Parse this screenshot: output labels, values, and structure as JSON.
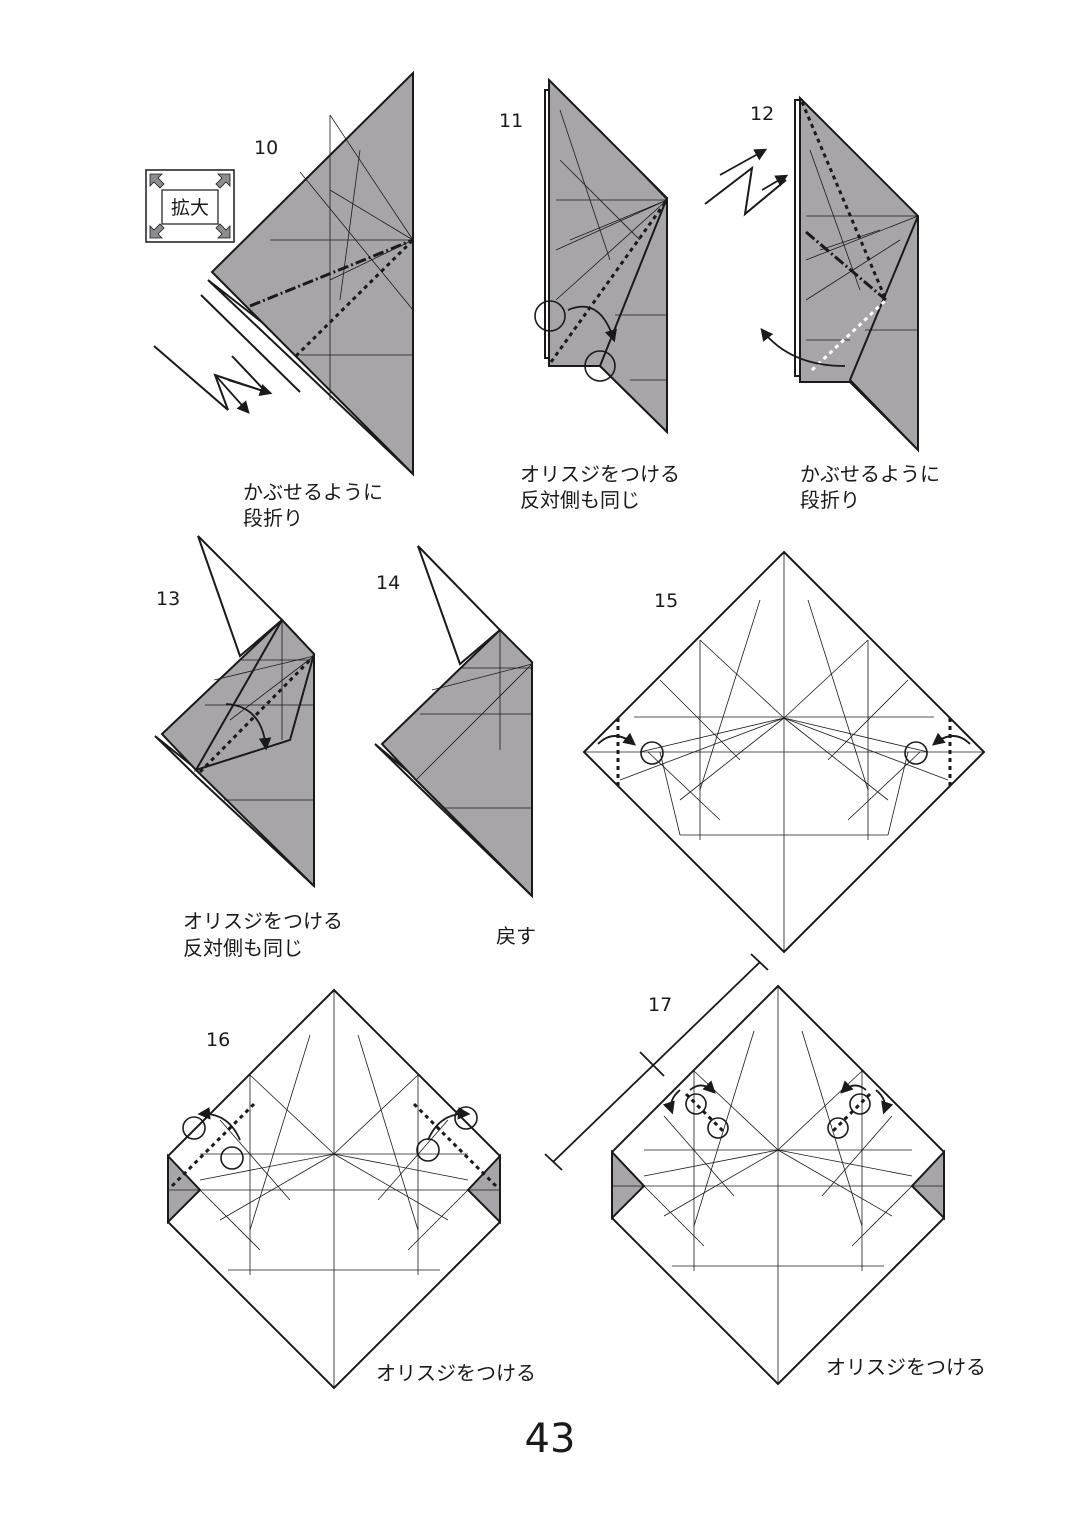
{
  "page_number": "43",
  "zoom_badge": {
    "label": "拡大",
    "icon": "enlarge-arrows-icon"
  },
  "steps": [
    {
      "number": "10",
      "caption": [
        "かぶせるように",
        "段折り"
      ]
    },
    {
      "number": "11",
      "caption": [
        "オリスジをつける",
        "反対側も同じ"
      ]
    },
    {
      "number": "12",
      "caption": [
        "かぶせるように",
        "段折り"
      ]
    },
    {
      "number": "13",
      "caption": [
        "オリスジをつける",
        "反対側も同じ"
      ]
    },
    {
      "number": "14",
      "caption": [
        "戻す"
      ]
    },
    {
      "number": "15",
      "caption": []
    },
    {
      "number": "16",
      "caption": [
        "オリスジをつける"
      ]
    },
    {
      "number": "17",
      "caption": [
        "オリスジをつける"
      ]
    }
  ],
  "colors": {
    "paper_gray": "#a7a5aa",
    "ink": "#1a1a1a",
    "paper_white": "#ffffff"
  }
}
